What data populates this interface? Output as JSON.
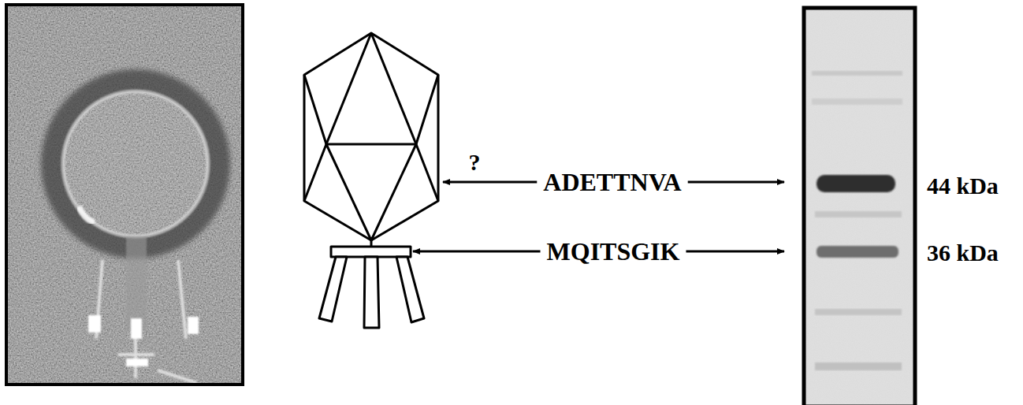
{
  "diagram": {
    "labels": [
      "?",
      "ADETTNVA",
      "MQITSGIK",
      "44 kDa",
      "36 kDa"
    ]
  }
}
